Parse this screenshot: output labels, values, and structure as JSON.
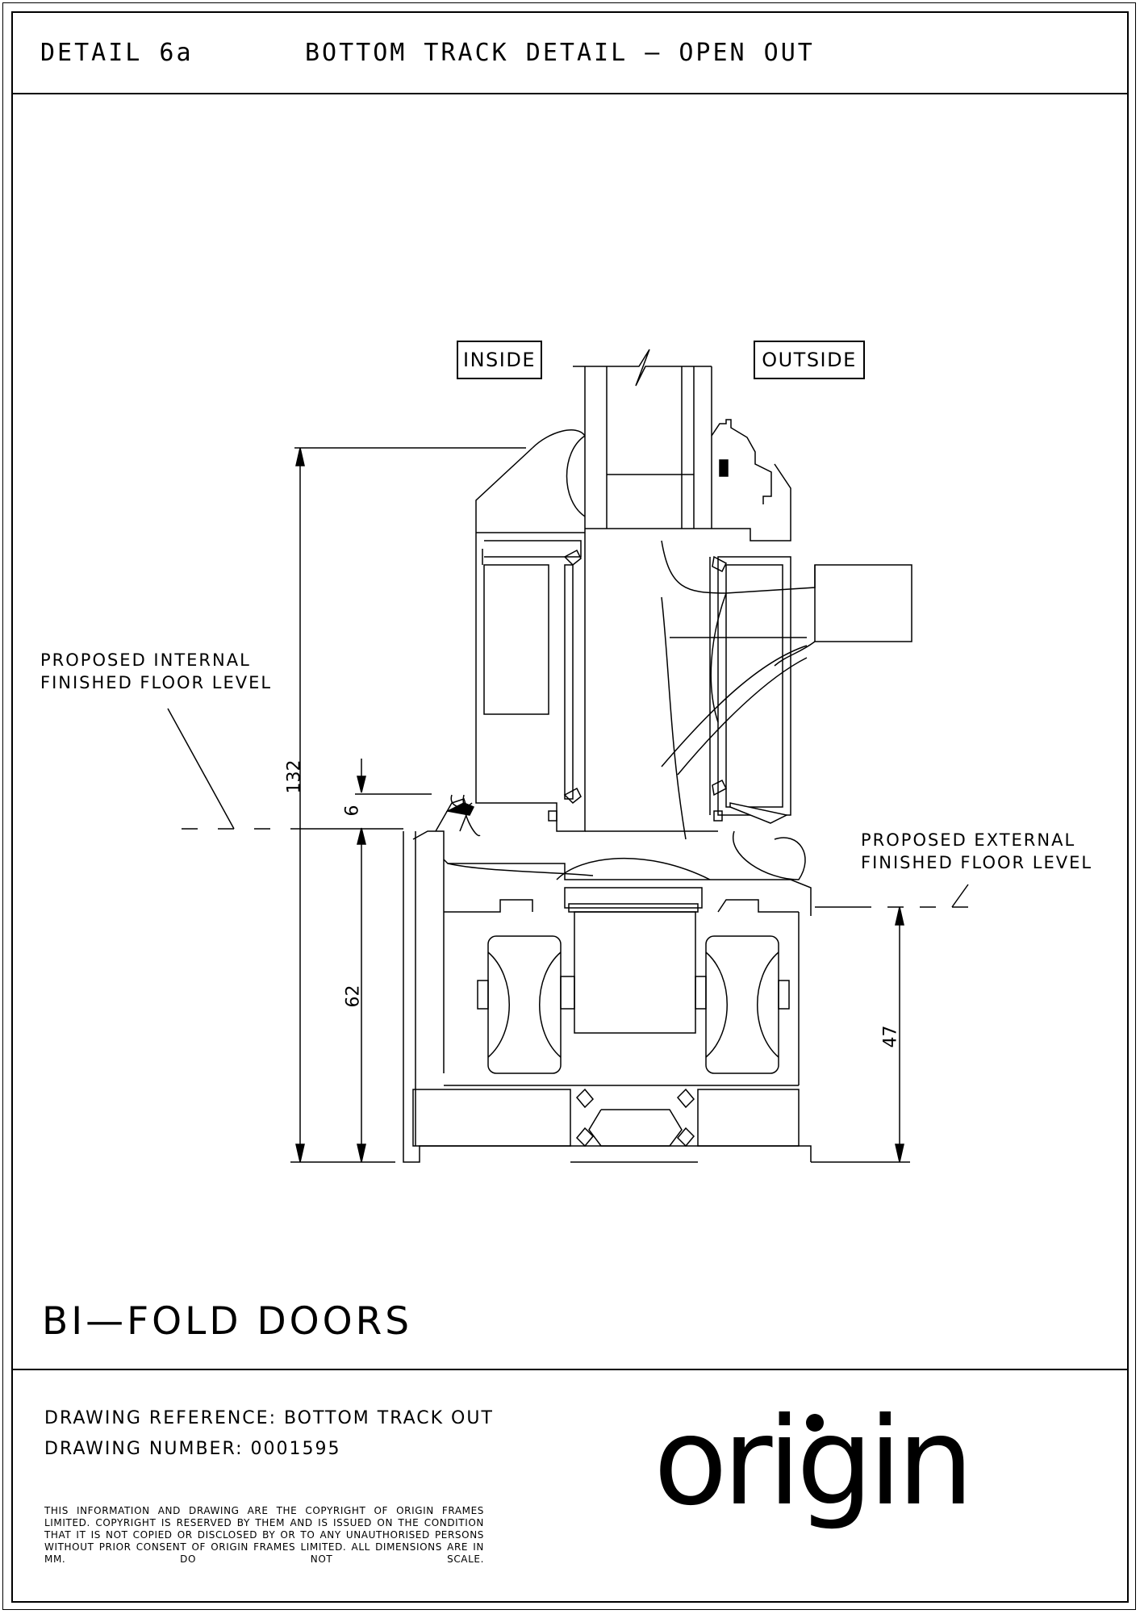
{
  "header": {
    "detail_id": "DETAIL 6a",
    "title": "BOTTOM TRACK DETAIL — OPEN OUT"
  },
  "drawing": {
    "inside_label": "INSIDE",
    "outside_label": "OUTSIDE",
    "internal_floor_note": "PROPOSED INTERNAL\nFINISHED FLOOR LEVEL",
    "external_floor_note": "PROPOSED EXTERNAL\nFINISHED FLOOR LEVEL",
    "dimensions": {
      "overall_height": "132",
      "upstand": "6",
      "internal_depth": "62",
      "external_depth": "47"
    }
  },
  "product": {
    "name": "BI—FOLD DOORS"
  },
  "reference": {
    "drawing_reference": "DRAWING REFERENCE: BOTTOM TRACK OUT",
    "drawing_number": "DRAWING NUMBER: 0001595"
  },
  "copyright_text": "THIS INFORMATION AND DRAWING ARE THE COPYRIGHT OF ORIGIN FRAMES LIMITED. COPYRIGHT IS RESERVED BY THEM AND IS ISSUED ON THE CONDITION THAT IT IS NOT COPIED OR DISCLOSED BY OR TO ANY UNAUTHORISED PERSONS WITHOUT PRIOR CONSENT OF ORIGIN FRAMES LIMITED. ALL DIMENSIONS ARE IN MM. DO NOT SCALE.",
  "logo": {
    "text": "origin"
  }
}
